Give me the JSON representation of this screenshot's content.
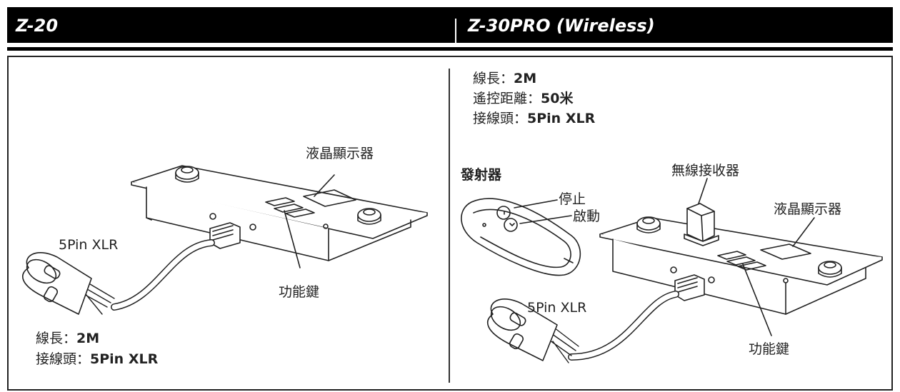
{
  "headers": {
    "left_title": "Z-20",
    "right_title": "Z-30PRO (Wireless)"
  },
  "z20": {
    "lcd_label": "液晶顯示器",
    "xlr_label": "5Pin XLR",
    "func_label": "功能鍵",
    "spec_cable_key": "線長：",
    "spec_cable_value": "2M",
    "spec_connector_key": "接線頭：",
    "spec_connector_value": "5Pin XLR"
  },
  "z30": {
    "spec_cable_key": "線長：",
    "spec_cable_value": "2M",
    "spec_range_key": "遙控距離：",
    "spec_range_value": "50米",
    "spec_connector_key": "接線頭：",
    "spec_connector_value": "5Pin XLR",
    "transmitter_label": "發射器",
    "stop_label": "停止",
    "start_label": "啟動",
    "receiver_label": "無線接收器",
    "lcd_label": "液晶顯示器",
    "xlr_label": "5Pin XLR",
    "func_label": "功能鍵"
  }
}
